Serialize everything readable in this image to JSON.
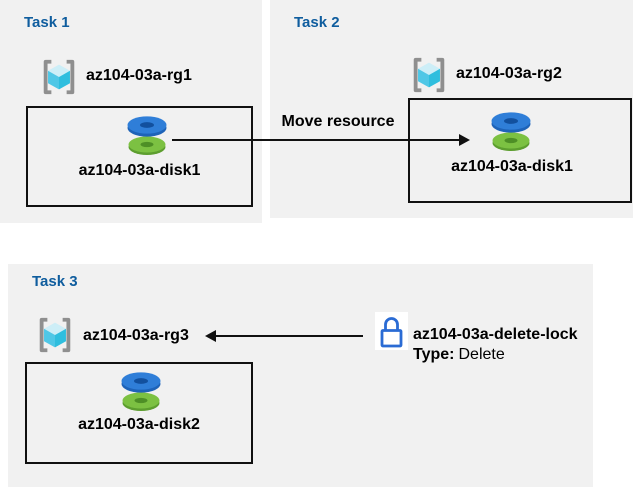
{
  "colors": {
    "panel_bg": "#f1f1f1",
    "title_blue": "#0f5d9e",
    "text": "#000000",
    "arrow": "#111111",
    "box_border": "#111111",
    "lock_blue": "#2a6bd4",
    "rg_bracket": "#8f8f8f",
    "cube_top": "#cdeef7",
    "cube_left": "#4fc7e6",
    "cube_right": "#2fbede",
    "disk_blue": "#2f7ed8",
    "disk_blue_side": "#1e63b8",
    "disk_blue_hole": "#12509e",
    "disk_green": "#7cc142",
    "disk_green_side": "#5d9e2f",
    "disk_green_hole": "#4e8f26"
  },
  "icons": {
    "resource_group": "azure-resource-group-icon",
    "disk": "azure-disk-icon",
    "lock": "lock-icon"
  },
  "task1": {
    "title": "Task 1",
    "resource_group": "az104-03a-rg1",
    "disk": "az104-03a-disk1"
  },
  "task2": {
    "title": "Task 2",
    "resource_group": "az104-03a-rg2",
    "disk": "az104-03a-disk1"
  },
  "task3": {
    "title": "Task 3",
    "resource_group": "az104-03a-rg3",
    "disk": "az104-03a-disk2",
    "lock": {
      "name": "az104-03a-delete-lock",
      "type_label": "Type:",
      "type_value": "Delete"
    }
  },
  "move_arrow": {
    "label": "Move resource"
  }
}
